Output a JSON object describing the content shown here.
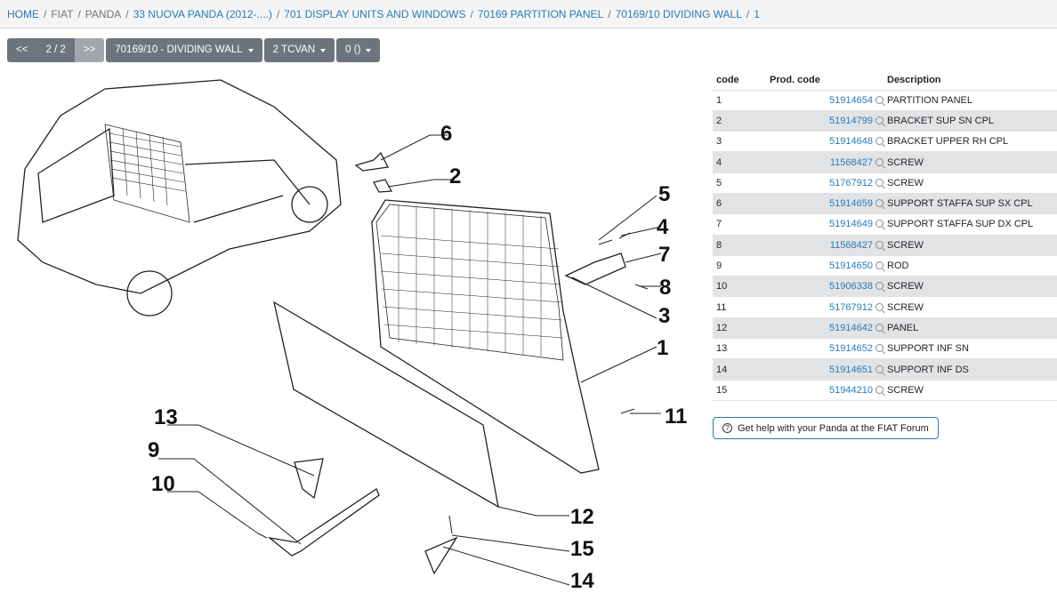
{
  "breadcrumb": [
    {
      "label": "HOME",
      "link": true
    },
    {
      "label": "FIAT",
      "link": false
    },
    {
      "label": "PANDA",
      "link": false
    },
    {
      "label": "33 NUOVA PANDA (2012-....)",
      "link": true
    },
    {
      "label": "701 DISPLAY UNITS AND WINDOWS",
      "link": true
    },
    {
      "label": "70169 PARTITION PANEL",
      "link": true
    },
    {
      "label": "70169/10 DIVIDING WALL",
      "link": true
    },
    {
      "label": "1",
      "link": true
    }
  ],
  "toolbar": {
    "prev": "<<",
    "page": "2 / 2",
    "next": ">>",
    "group": "70169/10 - DIVIDING WALL",
    "variant": "2 TCVAN",
    "count": "0 ()"
  },
  "diagram": {
    "callouts": [
      "6",
      "2",
      "5",
      "4",
      "7",
      "8",
      "3",
      "1",
      "11",
      "13",
      "9",
      "10",
      "12",
      "15",
      "14"
    ]
  },
  "table": {
    "headers": [
      "code",
      "Prod. code",
      "Description"
    ],
    "rows": [
      {
        "code": "1",
        "prod": "51914654",
        "desc": "PARTITION PANEL"
      },
      {
        "code": "2",
        "prod": "51914799",
        "desc": "BRACKET SUP SN CPL"
      },
      {
        "code": "3",
        "prod": "51914648",
        "desc": "BRACKET UPPER RH CPL"
      },
      {
        "code": "4",
        "prod": "11568427",
        "desc": "SCREW"
      },
      {
        "code": "5",
        "prod": "51767912",
        "desc": "SCREW"
      },
      {
        "code": "6",
        "prod": "51914659",
        "desc": "SUPPORT STAFFA SUP SX CPL"
      },
      {
        "code": "7",
        "prod": "51914649",
        "desc": "SUPPORT STAFFA SUP DX CPL"
      },
      {
        "code": "8",
        "prod": "11568427",
        "desc": "SCREW"
      },
      {
        "code": "9",
        "prod": "51914650",
        "desc": "ROD"
      },
      {
        "code": "10",
        "prod": "51906338",
        "desc": "SCREW"
      },
      {
        "code": "11",
        "prod": "51767912",
        "desc": "SCREW"
      },
      {
        "code": "12",
        "prod": "51914642",
        "desc": "PANEL"
      },
      {
        "code": "13",
        "prod": "51914652",
        "desc": "SUPPORT INF SN"
      },
      {
        "code": "14",
        "prod": "51914651",
        "desc": "SUPPORT INF DS"
      },
      {
        "code": "15",
        "prod": "51944210",
        "desc": "SCREW"
      }
    ]
  },
  "help": {
    "label": "Get help with your Panda at the FIAT Forum"
  }
}
